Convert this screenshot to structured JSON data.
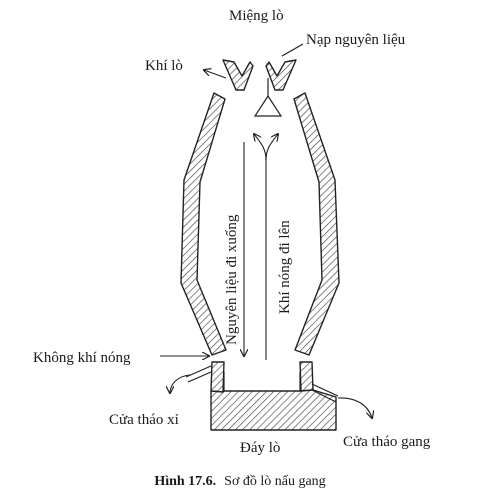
{
  "labels": {
    "furnace_mouth": "Miệng lò",
    "charging": "Nạp nguyên liệu",
    "furnace_gas": "Khí lò",
    "material_down": "Nguyên liệu đi xuống",
    "hot_gas_up": "Khí nóng đi lên",
    "hot_air": "Không khí nóng",
    "slag_door": "Cửa tháo xỉ",
    "iron_door": "Cửa tháo gang",
    "hearth": "Đáy lò"
  },
  "caption": {
    "number": "Hình 17.6.",
    "text": "Sơ đồ lò nấu gang"
  }
}
